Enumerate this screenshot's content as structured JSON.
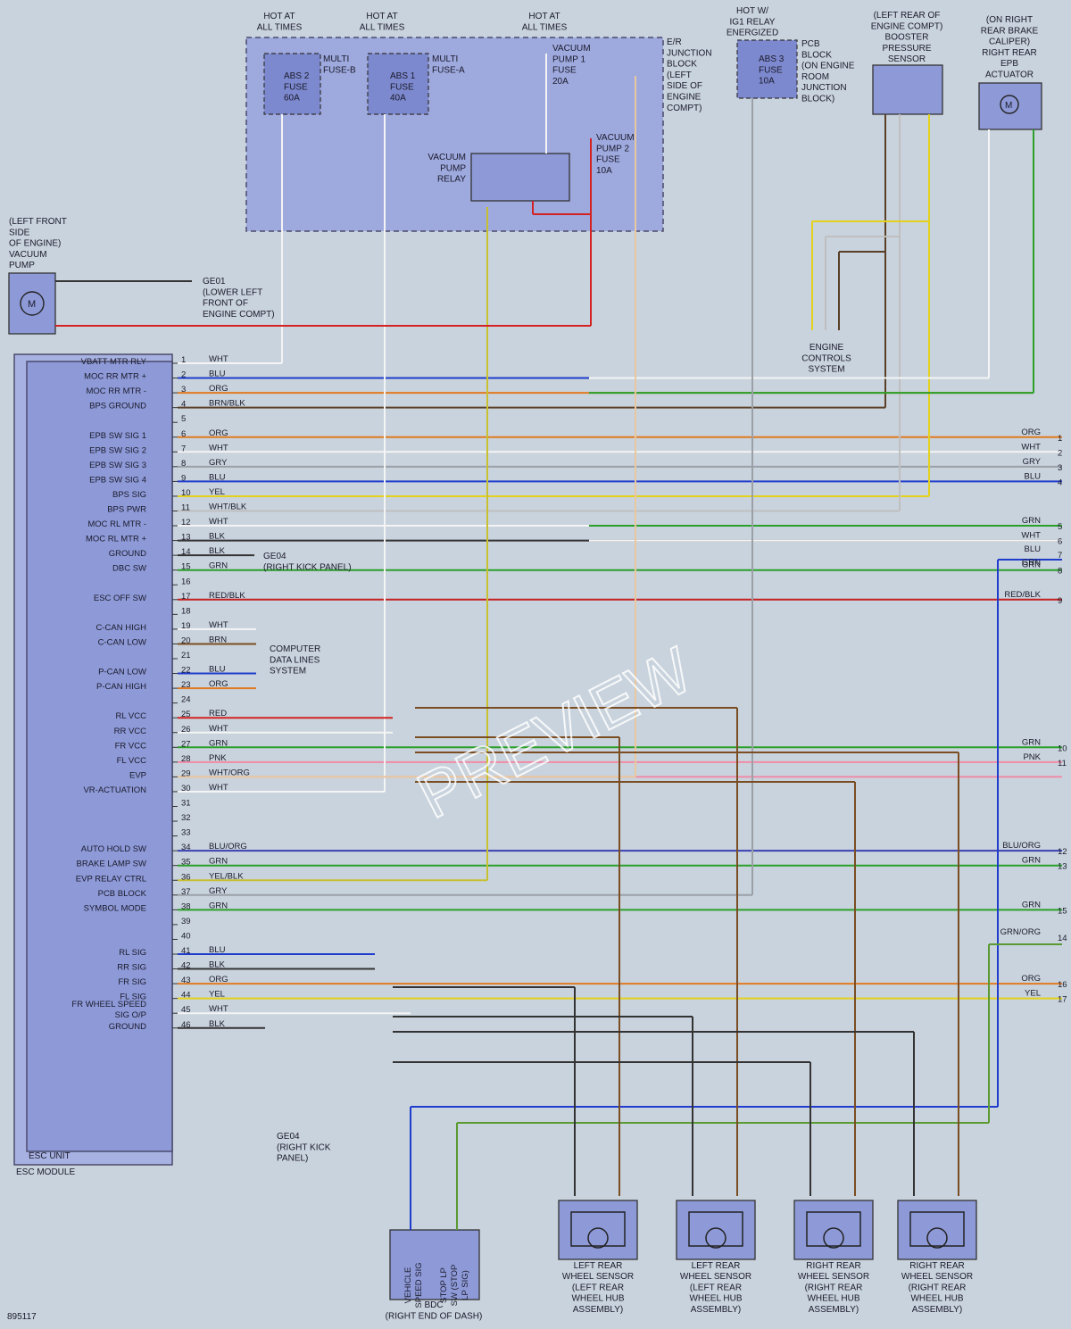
{
  "diagram_id": "895117",
  "watermark": "PREVIEW",
  "esc_unit": {
    "unit_label": "ESC UNIT",
    "module_label": "ESC MODULE",
    "pins": [
      {
        "n": "1",
        "label": "VBATT MTR RLY",
        "wire": "WHT"
      },
      {
        "n": "2",
        "label": "MOC RR MTR +",
        "wire": "BLU"
      },
      {
        "n": "3",
        "label": "MOC RR MTR -",
        "wire": "ORG"
      },
      {
        "n": "4",
        "label": "BPS GROUND",
        "wire": "BRN/BLK"
      },
      {
        "n": "5",
        "label": "",
        "wire": ""
      },
      {
        "n": "6",
        "label": "EPB SW SIG 1",
        "wire": "ORG"
      },
      {
        "n": "7",
        "label": "EPB SW SIG 2",
        "wire": "WHT"
      },
      {
        "n": "8",
        "label": "EPB SW SIG 3",
        "wire": "GRY"
      },
      {
        "n": "9",
        "label": "EPB SW SIG 4",
        "wire": "BLU"
      },
      {
        "n": "10",
        "label": "BPS SIG",
        "wire": "YEL"
      },
      {
        "n": "11",
        "label": "BPS PWR",
        "wire": "WHT/BLK"
      },
      {
        "n": "12",
        "label": "MOC RL MTR -",
        "wire": "WHT"
      },
      {
        "n": "13",
        "label": "MOC RL MTR +",
        "wire": "BLK"
      },
      {
        "n": "14",
        "label": "GROUND",
        "wire": "BLK"
      },
      {
        "n": "15",
        "label": "DBC SW",
        "wire": "GRN"
      },
      {
        "n": "16",
        "label": "",
        "wire": ""
      },
      {
        "n": "17",
        "label": "ESC OFF SW",
        "wire": "RED/BLK"
      },
      {
        "n": "18",
        "label": "",
        "wire": ""
      },
      {
        "n": "19",
        "label": "C-CAN HIGH",
        "wire": "WHT"
      },
      {
        "n": "20",
        "label": "C-CAN LOW",
        "wire": "BRN"
      },
      {
        "n": "21",
        "label": "",
        "wire": ""
      },
      {
        "n": "22",
        "label": "P-CAN LOW",
        "wire": "BLU"
      },
      {
        "n": "23",
        "label": "P-CAN HIGH",
        "wire": "ORG"
      },
      {
        "n": "24",
        "label": "",
        "wire": ""
      },
      {
        "n": "25",
        "label": "RL VCC",
        "wire": "RED"
      },
      {
        "n": "26",
        "label": "RR VCC",
        "wire": "WHT"
      },
      {
        "n": "27",
        "label": "FR VCC",
        "wire": "GRN"
      },
      {
        "n": "28",
        "label": "FL VCC",
        "wire": "PNK"
      },
      {
        "n": "29",
        "label": "EVP",
        "wire": "WHT/ORG"
      },
      {
        "n": "30",
        "label": "VR-ACTUATION",
        "wire": "WHT"
      },
      {
        "n": "31",
        "label": "",
        "wire": ""
      },
      {
        "n": "32",
        "label": "",
        "wire": ""
      },
      {
        "n": "33",
        "label": "",
        "wire": ""
      },
      {
        "n": "34",
        "label": "AUTO HOLD SW",
        "wire": "BLU/ORG"
      },
      {
        "n": "35",
        "label": "BRAKE LAMP SW",
        "wire": "GRN"
      },
      {
        "n": "36",
        "label": "EVP RELAY CTRL",
        "wire": "YEL/BLK"
      },
      {
        "n": "37",
        "label": "PCB BLOCK",
        "wire": "GRY"
      },
      {
        "n": "38",
        "label": "SYMBOL MODE",
        "wire": "GRN"
      },
      {
        "n": "39",
        "label": "",
        "wire": ""
      },
      {
        "n": "40",
        "label": "",
        "wire": ""
      },
      {
        "n": "41",
        "label": "RL SIG",
        "wire": "BLU"
      },
      {
        "n": "42",
        "label": "RR SIG",
        "wire": "BLK"
      },
      {
        "n": "43",
        "label": "FR SIG",
        "wire": "ORG"
      },
      {
        "n": "44",
        "label": "FL SIG",
        "wire": "YEL"
      },
      {
        "n": "45",
        "label": "FR WHEEL SPEED SIG O/P",
        "wire": "WHT"
      },
      {
        "n": "46",
        "label": "GROUND",
        "wire": "BLK"
      }
    ]
  },
  "right_edge": [
    {
      "n": "1",
      "wire": "ORG"
    },
    {
      "n": "2",
      "wire": "WHT"
    },
    {
      "n": "3",
      "wire": "GRY"
    },
    {
      "n": "4",
      "wire": "BLU"
    },
    {
      "n": "5",
      "wire": "GRN"
    },
    {
      "n": "6",
      "wire": "WHT"
    },
    {
      "n": "7",
      "wire": "BLU"
    },
    {
      "n": "7g",
      "wire": "GRN"
    },
    {
      "n": "8",
      "wire": "GRN"
    },
    {
      "n": "9",
      "wire": "RED/BLK"
    },
    {
      "n": "10",
      "wire": "GRN"
    },
    {
      "n": "11",
      "wire": "PNK"
    },
    {
      "n": "12",
      "wire": "BLU/ORG"
    },
    {
      "n": "13",
      "wire": "GRN"
    },
    {
      "n": "14",
      "wire": "GRN/ORG"
    },
    {
      "n": "15",
      "wire": "GRN"
    },
    {
      "n": "16",
      "wire": "ORG"
    },
    {
      "n": "17",
      "wire": "YEL"
    }
  ],
  "top_labels": {
    "hot1": "HOT AT|ALL TIMES",
    "hot2": "HOT AT|ALL TIMES",
    "hot3": "HOT AT|ALL TIMES",
    "hot_ig1": "HOT W/|IG1 RELAY|ENERGIZED",
    "junction_block": "E/R|JUNCTION|BLOCK|(LEFT|SIDE OF|ENGINE|COMPT)",
    "multi_fuse_b": "MULTI|FUSE-B",
    "multi_fuse_a": "MULTI|FUSE-A",
    "abs2": "ABS 2|FUSE|60A",
    "abs1": "ABS 1|FUSE|40A",
    "vp1": "VACUUM|PUMP 1|FUSE|20A",
    "vp2": "VACUUM|PUMP 2|FUSE|10A",
    "vp_relay": "VACUUM|PUMP|RELAY",
    "abs3": "ABS 3|FUSE|10A",
    "pcb_block": "PCB|BLOCK|(ON ENGINE|ROOM|JUNCTION|BLOCK)",
    "bps": "(LEFT REAR OF|ENGINE COMPT)|BOOSTER|PRESSURE|SENSOR",
    "epb": "(ON RIGHT|REAR BRAKE|CALIPER)|RIGHT REAR|EPB|ACTUATOR",
    "vacuum_pump": "(LEFT FRONT|SIDE|OF ENGINE)|VACUUM|PUMP",
    "ge01": "GE01|(LOWER LEFT|FRONT OF|ENGINE COMPT)",
    "ge04a": "GE04|(RIGHT KICK PANEL)",
    "ge04b": "GE04|(RIGHT KICK|PANEL)",
    "ecs": "ENGINE|CONTROLS|SYSTEM",
    "cdl": "COMPUTER|DATA LINES|SYSTEM",
    "bdc": "BDC|(RIGHT END OF DASH)",
    "bdc_pin8": "VEHICLE|SPEED SIG",
    "bdc_pin28": "STOP LP|SW (STOP|LP SIG)"
  },
  "wheel_sensors": [
    {
      "name": "LEFT REAR|WHEEL SENSOR|(LEFT REAR|WHEEL HUB|ASSEMBLY)"
    },
    {
      "name": "LEFT REAR|WHEEL SENSOR|(LEFT REAR|WHEEL HUB|ASSEMBLY)"
    },
    {
      "name": "RIGHT REAR|WHEEL SENSOR|(RIGHT REAR|WHEEL HUB|ASSEMBLY)"
    },
    {
      "name": "RIGHT REAR|WHEEL SENSOR|(RIGHT REAR|WHEEL HUB|ASSEMBLY)"
    }
  ],
  "colors": {
    "WHT": "#f4f4f4",
    "BLU": "#1f3ccc",
    "ORG": "#e07a20",
    "BRN": "#7a4d22",
    "BLK": "#333333",
    "GRY": "#9aa0a6",
    "YEL": "#e3d21b",
    "GRN": "#2aa02a",
    "RED": "#d42222",
    "PNK": "#f08aa6",
    "BRN/BLK": "#5a3f26",
    "WHT/BLK": "#bfbfbf",
    "RED/BLK": "#c42020",
    "WHT/ORG": "#e9c8a0",
    "BLU/ORG": "#3a3fb0",
    "YEL/BLK": "#c8c030",
    "GRN/ORG": "#5a9a30"
  }
}
